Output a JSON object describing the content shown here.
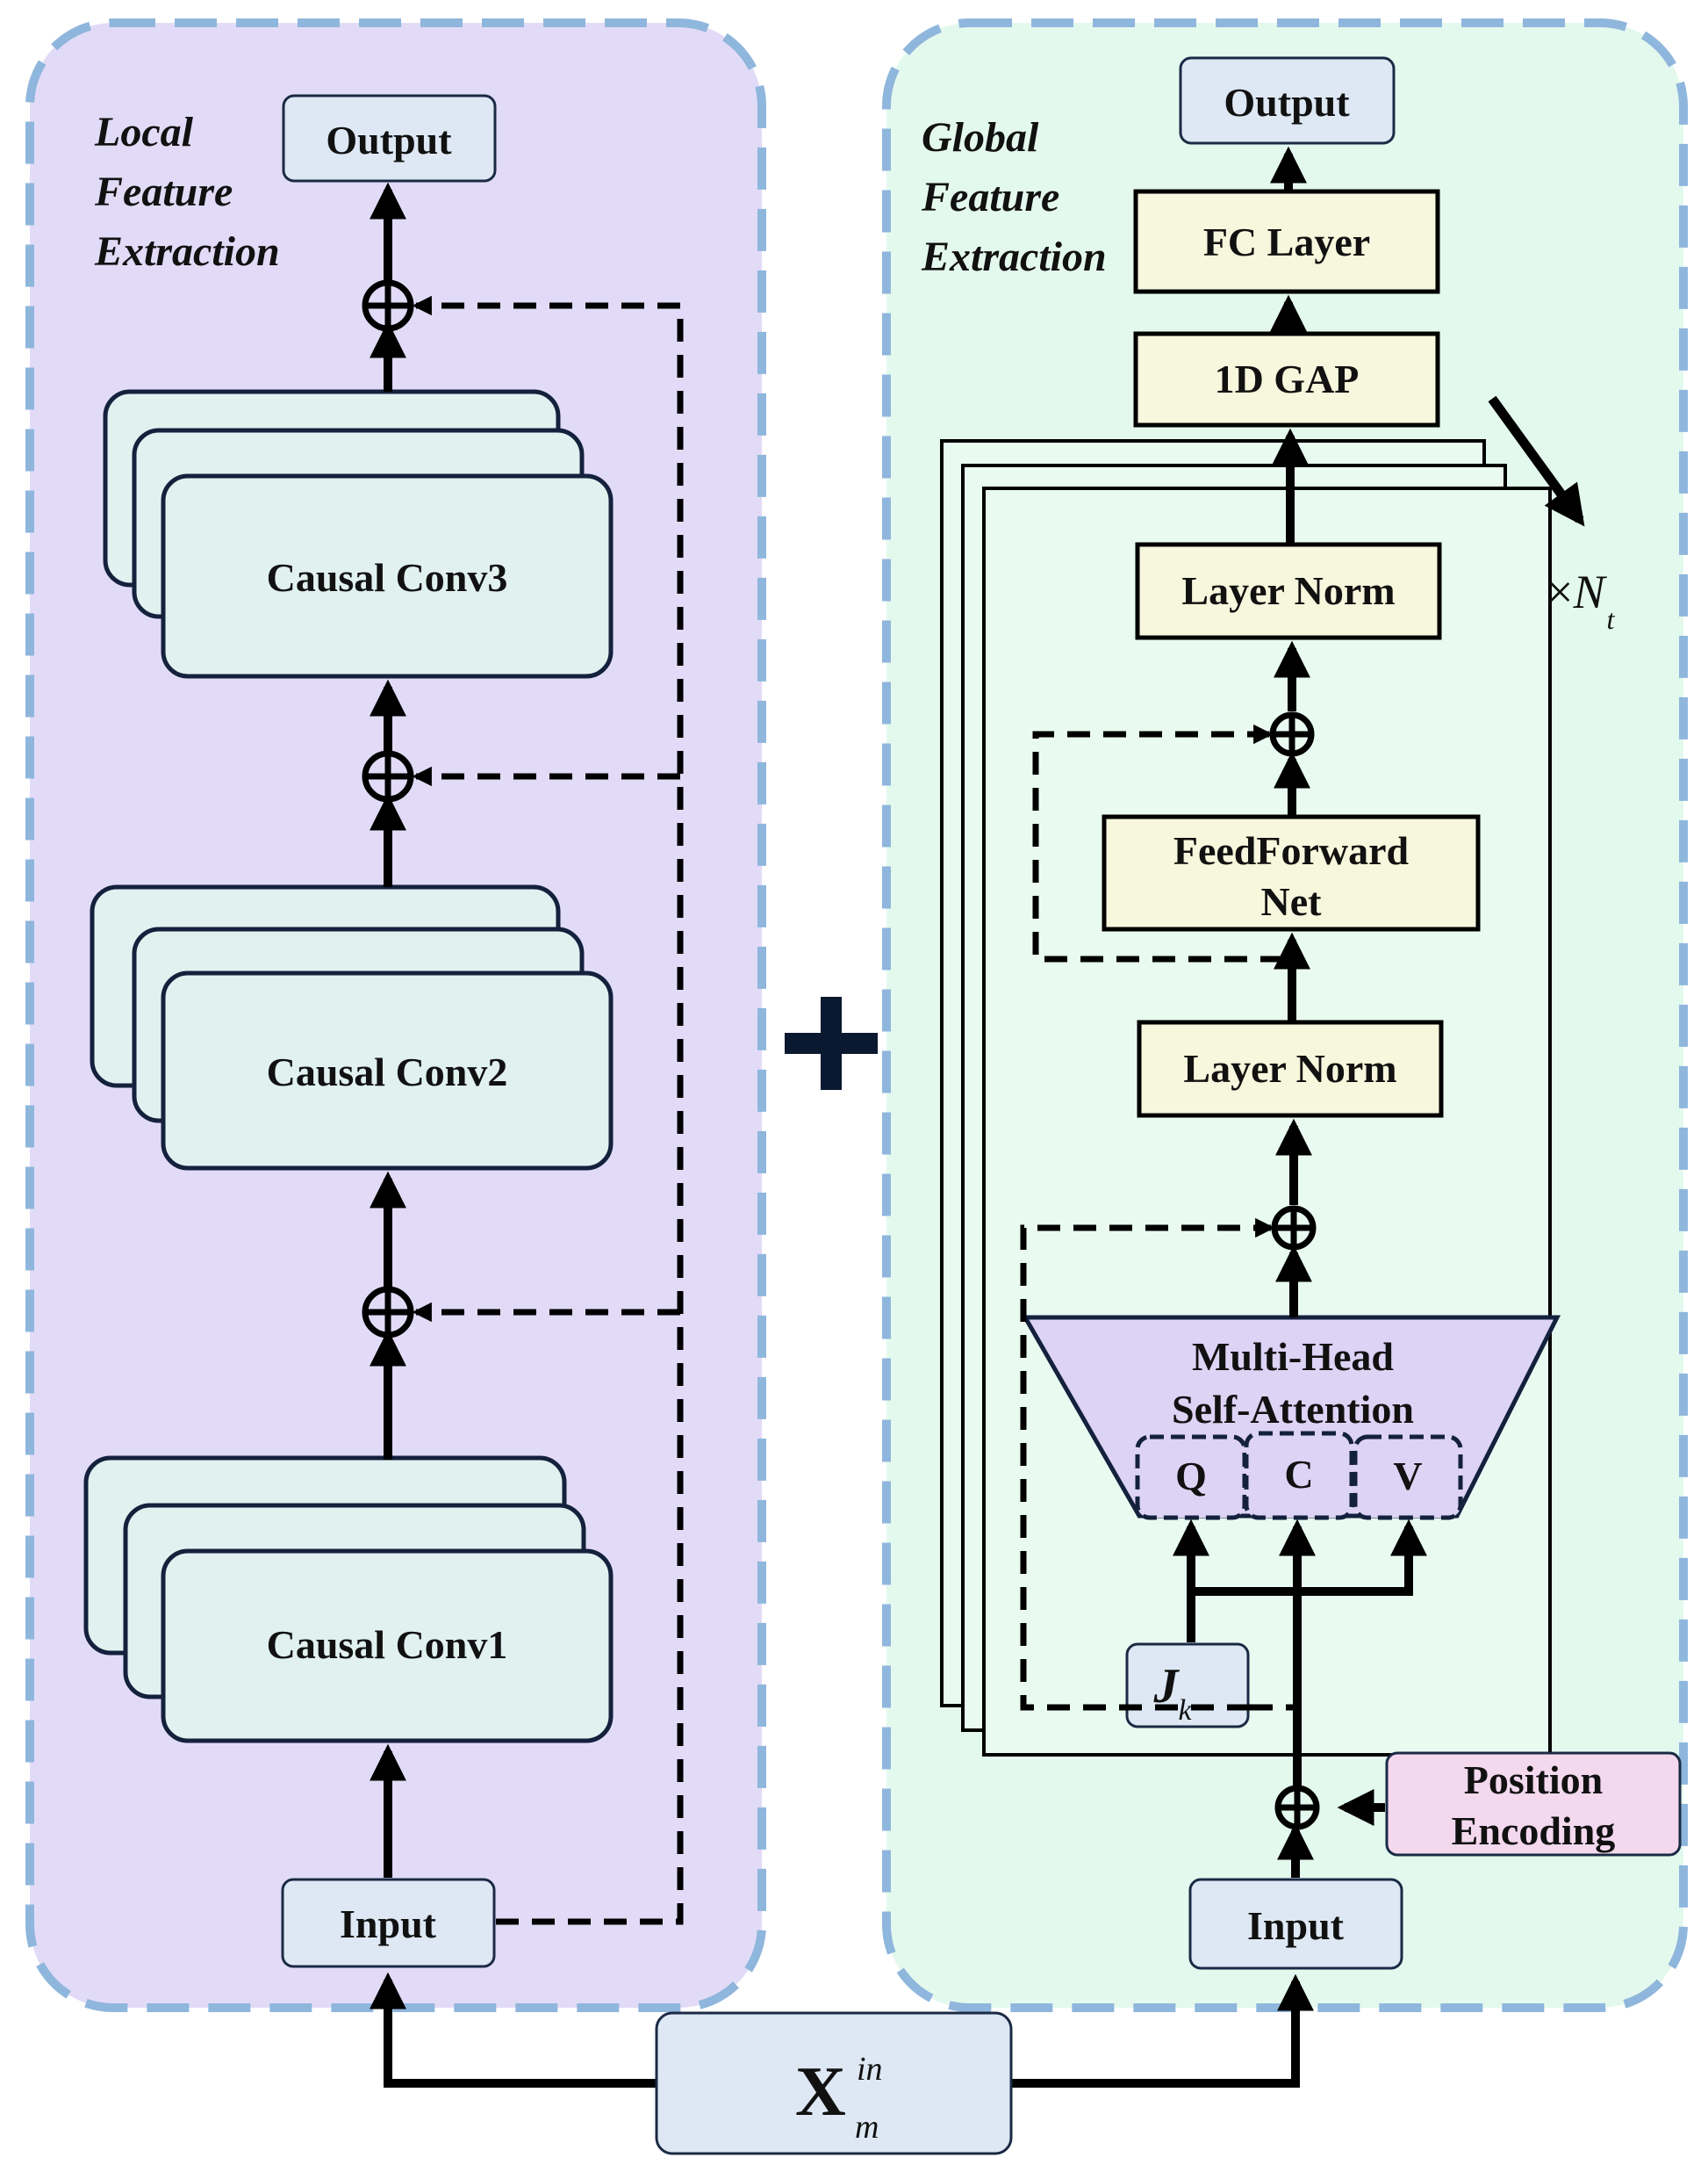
{
  "local": {
    "title_lines": [
      "Local",
      "Feature",
      "Extraction"
    ],
    "output": "Output",
    "input": "Input",
    "conv1": "Causal Conv1",
    "conv2": "Causal Conv2",
    "conv3": "Causal Conv3"
  },
  "global": {
    "title_lines": [
      "Global",
      "Feature",
      "Extraction"
    ],
    "output": "Output",
    "fc": "FC Layer",
    "gap": "1D GAP",
    "layer_norm_top": "Layer Norm",
    "ffn_line1": "FeedForward",
    "ffn_line2": "Net",
    "layer_norm_bottom": "Layer Norm",
    "mhsa_line1": "Multi-Head",
    "mhsa_line2": "Self-Attention",
    "q": "Q",
    "c": "C",
    "v": "V",
    "jk_base": "J",
    "jk_sub": "k",
    "pos_line1": "Position",
    "pos_line2": "Encoding",
    "input": "Input",
    "repeat_prefix": "×",
    "repeat_var": "N",
    "repeat_sub": "t"
  },
  "shared_input": {
    "base": "X",
    "sup": "in",
    "sub": "m"
  },
  "colors": {
    "local_panel": "#e2dbf7",
    "global_panel": "#e4f9ee",
    "panel_border": "#8fb6dc",
    "conv_fill": "#e0f1ef",
    "box_blue": "#dde8f4",
    "box_yellow": "#f6f7dc",
    "mhsa_fill": "#ddd3f5",
    "pos_fill": "#f3d8ee",
    "stack_fill": "#e9fbf1"
  }
}
